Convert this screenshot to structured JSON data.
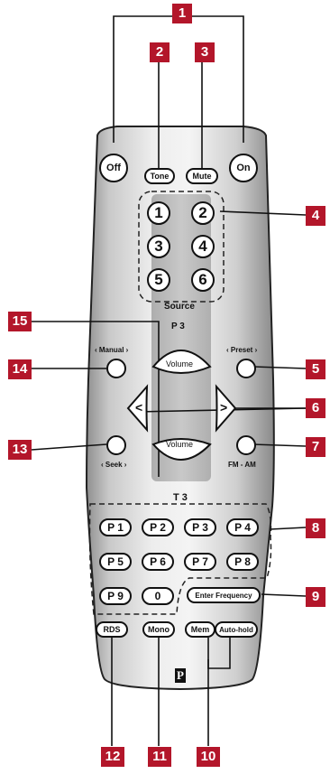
{
  "callouts": [
    "1",
    "2",
    "3",
    "4",
    "5",
    "6",
    "7",
    "8",
    "9",
    "10",
    "11",
    "12",
    "13",
    "14",
    "15"
  ],
  "buttons": {
    "off": "Off",
    "tone": "Tone",
    "mute": "Mute",
    "on": "On",
    "source_numbers": [
      "1",
      "2",
      "3",
      "4",
      "5",
      "6"
    ],
    "volume_up": "Volume",
    "volume_down": "Volume",
    "left": "<",
    "right": ">",
    "presets": [
      "P 1",
      "P 2",
      "P 3",
      "P 4",
      "P 5",
      "P 6",
      "P 7",
      "P 8",
      "P 9",
      "0"
    ],
    "enter_frequency": "Enter Frequency",
    "rds": "RDS",
    "mono": "Mono",
    "mem": "Mem",
    "auto_hold": "Auto-hold"
  },
  "labels": {
    "source": "Source",
    "p3": "P 3",
    "manual": "‹ Manual ›",
    "preset": "‹ Preset ›",
    "seek": "‹ Seek ›",
    "fm_am": "FM - AM",
    "t3": "T 3"
  },
  "logo": "P",
  "colors": {
    "callout": "#b3162a",
    "body_light": "#eeeeee",
    "body_dark": "#9e9e9e",
    "center_strip": "#b5b5b5"
  }
}
